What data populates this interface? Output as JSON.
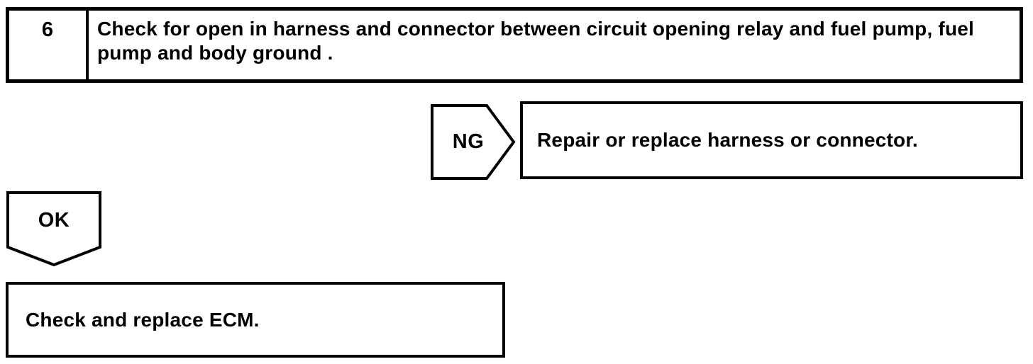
{
  "flowchart": {
    "step_number": "6",
    "step_instruction": "Check for open in harness and connector between circuit opening relay and fuel pump, fuel pump and body ground .",
    "ng_label": "NG",
    "ng_result": "Repair or replace harness or connector.",
    "ok_label": "OK",
    "ok_result": "Check and replace ECM.",
    "colors": {
      "line": "#000000",
      "background": "#ffffff"
    }
  }
}
